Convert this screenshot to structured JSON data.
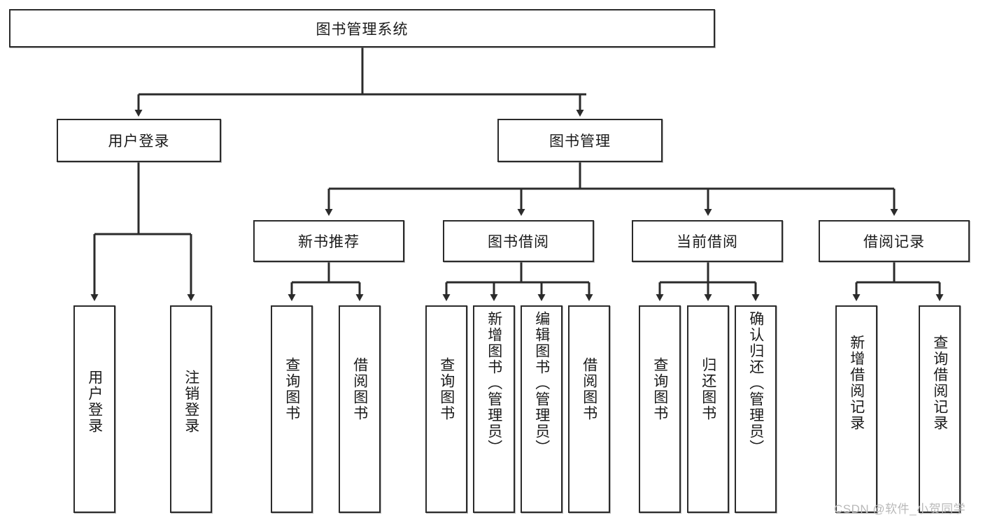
{
  "diagram": {
    "type": "tree",
    "title": "图书管理系统",
    "watermark": "CSDN @软件_小贺同学",
    "colors": {
      "box_border": "#2b2b2b",
      "box_fill": "#ffffff",
      "connector": "#2b2b2b",
      "text": "#1a1a1a",
      "watermark": "#b9b9b9",
      "background": "#ffffff"
    },
    "levels": {
      "root": {
        "label": "图书管理系统"
      },
      "level2": [
        {
          "label": "用户登录"
        },
        {
          "label": "图书管理"
        }
      ],
      "level3": [
        {
          "label": "新书推荐"
        },
        {
          "label": "图书借阅"
        },
        {
          "label": "当前借阅"
        },
        {
          "label": "借阅记录"
        }
      ]
    },
    "leaves": {
      "user_login": [
        {
          "label": "用户登录",
          "align": "middle"
        },
        {
          "label": "注销登录",
          "align": "middle"
        }
      ],
      "new_book_recommend": [
        {
          "label": "查询图书",
          "align": "middle"
        },
        {
          "label": "借阅图书",
          "align": "middle"
        }
      ],
      "book_borrow": [
        {
          "label": "查询图书",
          "align": "middle"
        },
        {
          "label": "新增图书（管理员）",
          "align": "top"
        },
        {
          "label": "编辑图书（管理员）",
          "align": "top"
        },
        {
          "label": "借阅图书",
          "align": "middle"
        }
      ],
      "current_borrow": [
        {
          "label": "查询图书",
          "align": "middle"
        },
        {
          "label": "归还图书",
          "align": "middle"
        },
        {
          "label": "确认归还（管理员）",
          "align": "top"
        }
      ],
      "borrow_record": [
        {
          "label": "新增借阅记录",
          "align": "middle"
        },
        {
          "label": "查询借阅记录",
          "align": "middle"
        }
      ]
    },
    "edges": [
      {
        "from": "图书管理系统",
        "to": "用户登录"
      },
      {
        "from": "图书管理系统",
        "to": "图书管理"
      },
      {
        "from": "图书管理",
        "to": "新书推荐"
      },
      {
        "from": "图书管理",
        "to": "图书借阅"
      },
      {
        "from": "图书管理",
        "to": "当前借阅"
      },
      {
        "from": "图书管理",
        "to": "借阅记录"
      },
      {
        "from": "用户登录",
        "to": "用户登录"
      },
      {
        "from": "用户登录",
        "to": "注销登录"
      },
      {
        "from": "新书推荐",
        "to": "查询图书"
      },
      {
        "from": "新书推荐",
        "to": "借阅图书"
      },
      {
        "from": "图书借阅",
        "to": "查询图书"
      },
      {
        "from": "图书借阅",
        "to": "新增图书（管理员）"
      },
      {
        "from": "图书借阅",
        "to": "编辑图书（管理员）"
      },
      {
        "from": "图书借阅",
        "to": "借阅图书"
      },
      {
        "from": "当前借阅",
        "to": "查询图书"
      },
      {
        "from": "当前借阅",
        "to": "归还图书"
      },
      {
        "from": "当前借阅",
        "to": "确认归还（管理员）"
      },
      {
        "from": "借阅记录",
        "to": "新增借阅记录"
      },
      {
        "from": "借阅记录",
        "to": "查询借阅记录"
      }
    ]
  }
}
